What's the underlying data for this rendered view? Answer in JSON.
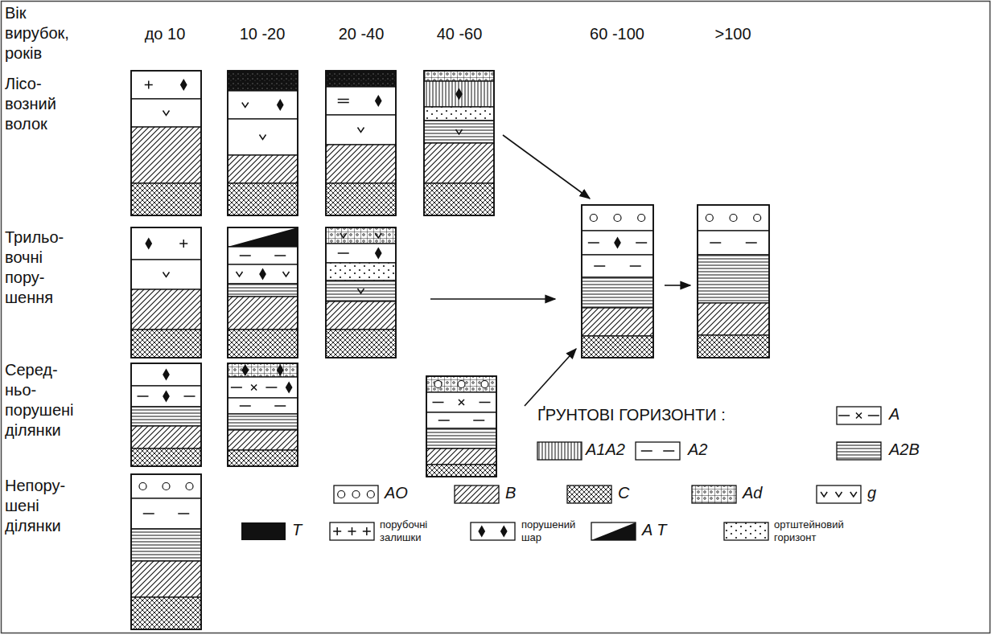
{
  "diagram": {
    "labels": [
      "Вік вирубок, років",
      "до 10",
      "10 -20",
      "20 -40",
      "40 -60",
      "60 -100",
      ">100",
      "Лісо- возний волок",
      "Трильо- вочні пору- шення",
      "Серед- ньо- порушені ділянки",
      "Непору- шені ділянки",
      "ҐРУНТОВІ ГОРИЗОНТИ :"
    ],
    "legend": [
      {
        "text": "A"
      },
      {
        "text": "A1A2"
      },
      {
        "text": "A2"
      },
      {
        "text": "A2B"
      },
      {
        "text": "AO"
      },
      {
        "text": "B"
      },
      {
        "text": "C"
      },
      {
        "text": "Ad"
      },
      {
        "text": "g"
      },
      {
        "text": "T",
        "color": "#111111"
      },
      {
        "text": "порубочні залишки"
      },
      {
        "text": "порушений шар"
      },
      {
        "text": "A T"
      },
      {
        "text": "ортштейновий горизонт"
      }
    ]
  }
}
